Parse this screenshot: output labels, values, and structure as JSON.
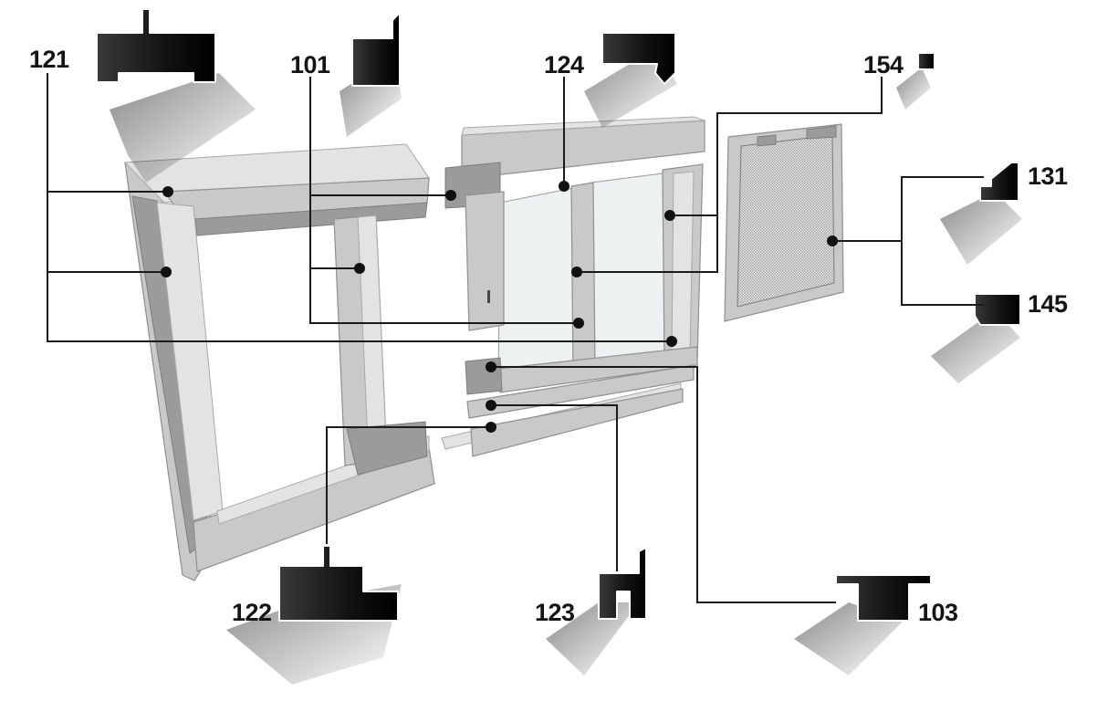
{
  "callouts": [
    {
      "id": "121",
      "label": "121"
    },
    {
      "id": "101",
      "label": "101"
    },
    {
      "id": "124",
      "label": "124"
    },
    {
      "id": "154",
      "label": "154"
    },
    {
      "id": "131",
      "label": "131"
    },
    {
      "id": "145",
      "label": "145"
    },
    {
      "id": "122",
      "label": "122"
    },
    {
      "id": "123",
      "label": "123"
    },
    {
      "id": "103",
      "label": "103"
    }
  ],
  "colors": {
    "aluminium": "#c9c9c9",
    "profile_section": "#111111",
    "leader": "#1a1a1a",
    "background": "#ffffff"
  }
}
